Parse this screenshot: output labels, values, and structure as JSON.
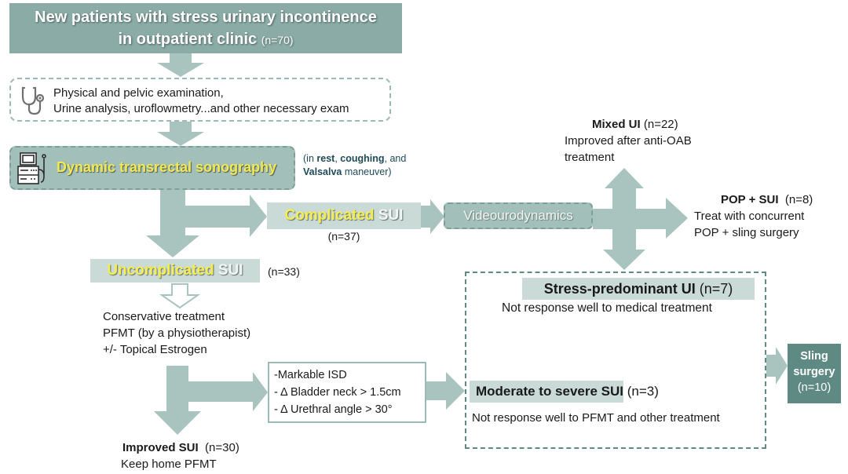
{
  "title": {
    "line1": "New patients with stress urinary incontinence",
    "line2": "in outpatient clinic",
    "count": "(n=70)"
  },
  "exam": {
    "icon": "stethoscope-icon",
    "line1": "Physical and pelvic examination,",
    "line2": "Urine analysis, uroflowmetry...and other necessary exam"
  },
  "sonography": {
    "icon": "sonography-machine-icon",
    "label": "Dynamic transrectal sonography",
    "note": {
      "prefix": "(in ",
      "rest": "rest",
      "sep1": ", ",
      "coughing": "coughing",
      "sep2": ", and",
      "valsalva": "Valsalva",
      "suffix": " maneuver)"
    }
  },
  "complicated": {
    "word": "Complicated",
    "sui": "SUI",
    "count": "(n=37)"
  },
  "uncomplicated": {
    "word": "Uncomplicated",
    "sui": "SUI",
    "count": "(n=33)"
  },
  "videourodynamics": {
    "label": "Videourodynamics"
  },
  "mixed_ui": {
    "title": "Mixed UI",
    "count": "(n=22)",
    "line1": "Improved after anti-OAB",
    "line2": "treatment"
  },
  "pop_sui": {
    "title": "POP + SUI",
    "count": "(n=8)",
    "line1": "Treat with concurrent",
    "line2": "POP + sling surgery"
  },
  "conservative": {
    "line1": "Conservative treatment",
    "line2": "PFMT (by a physiotherapist)",
    "line3": "+/- Topical Estrogen"
  },
  "isd_criteria": {
    "line1": "-Markable ISD",
    "line2": "- Δ Bladder neck > 1.5cm",
    "line3": "- Δ Urethral angle > 30°"
  },
  "improved_sui": {
    "title": "Improved SUI",
    "count": "(n=30)",
    "desc": "Keep home PFMT"
  },
  "stress_predominant": {
    "title": "Stress-predominant UI",
    "count": "(n=7)",
    "desc": "Not response well to medical treatment"
  },
  "moderate_severe": {
    "title": "Moderate to severe SUI",
    "count": "(n=3)",
    "desc": "Not response well to PFMT and other treatment"
  },
  "sling_surgery": {
    "line1": "Sling",
    "line2": "surgery",
    "count": "(n=10)"
  },
  "colors": {
    "arrow": "#a9c3bf",
    "header_fill": "#8aaba6",
    "dark_teal": "#5f8a84",
    "label_fill": "#c9dad7",
    "highlight_yellow": "#f5ee4f"
  }
}
